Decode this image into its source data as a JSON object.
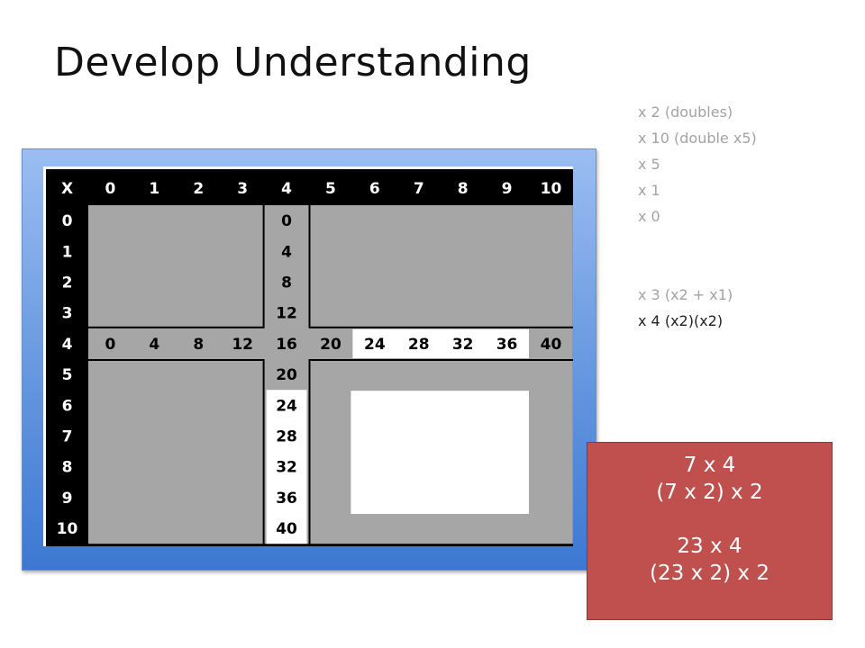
{
  "slide": {
    "title": "Develop Understanding"
  },
  "notes": {
    "dim_lines": [
      "x 2 (doubles)",
      "x 10 (double x5)",
      "x 5",
      "x 1",
      "x 0"
    ],
    "line_x3": "x 3 (x2 + x1)",
    "line_x4": "x 4 (x2)(x2)"
  },
  "table": {
    "corner": "X",
    "header": [
      "0",
      "1",
      "2",
      "3",
      "4",
      "5",
      "6",
      "7",
      "8",
      "9",
      "10"
    ],
    "column_4_values": [
      "0",
      "4",
      "8",
      "12",
      "16",
      "20",
      "24",
      "28",
      "32",
      "36",
      "40"
    ],
    "row_4_values": [
      "0",
      "4",
      "8",
      "12",
      "16",
      "20",
      "24",
      "28",
      "32",
      "36",
      "40"
    ],
    "colors": {
      "header_bg": "#000000",
      "cell_bg": "#a6a6a6",
      "highlight_bg": "#ffffff",
      "text_light": "#ffffff",
      "text_dark": "#000000"
    }
  },
  "callout": {
    "line1": "7 x 4",
    "line2": "(7 x 2) x 2",
    "line3": "23 x 4",
    "line4": "(23 x 2) x 2",
    "color": "#c0504d"
  }
}
